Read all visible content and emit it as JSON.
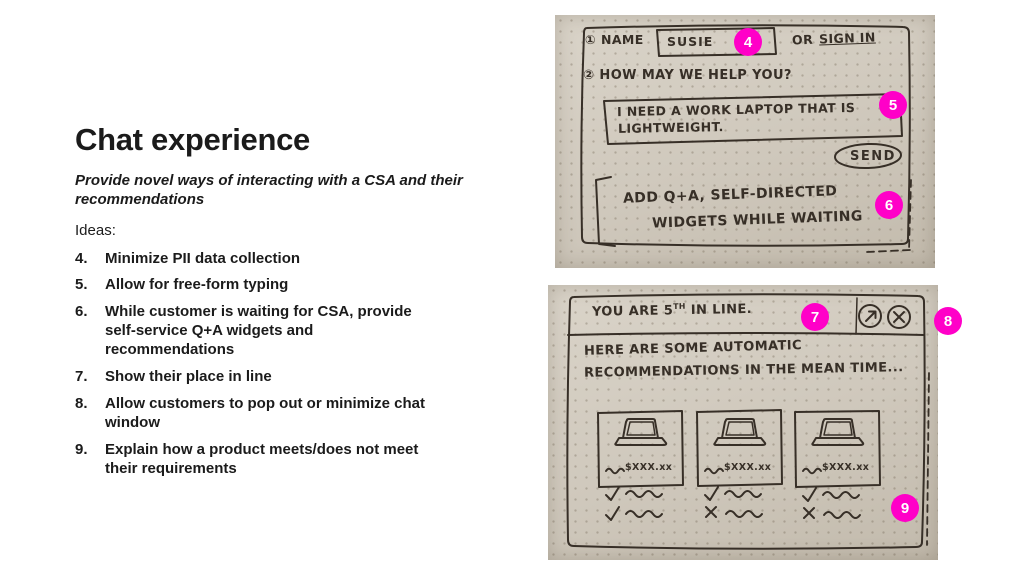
{
  "colors": {
    "badge": "#ff00c8",
    "ink": "#372f27"
  },
  "slide": {
    "title": "Chat experience",
    "subtitle": "Provide novel ways of interacting with a CSA and their recommendations",
    "ideas_label": "Ideas:",
    "ideas": [
      {
        "num": "4.",
        "text": "Minimize PII data collection"
      },
      {
        "num": "5.",
        "text": "Allow for free-form typing"
      },
      {
        "num": "6.",
        "text": "While customer is waiting for CSA, provide self-service Q+A widgets and recommendations"
      },
      {
        "num": "7.",
        "text": "Show their place in line"
      },
      {
        "num": "8.",
        "text": "Allow customers to pop out or minimize chat window"
      },
      {
        "num": "9.",
        "text": "Explain how a product meets/does not meet their requirements"
      }
    ]
  },
  "callouts": [
    "4",
    "5",
    "6",
    "7",
    "8",
    "9"
  ],
  "sketch_chat": {
    "step1": "①",
    "name_label": "NAME",
    "name_value": "SUSIE",
    "or_label": "OR",
    "signin_label": "SIGN IN",
    "step2": "②",
    "help_label": "HOW MAY WE HELP YOU?",
    "message_line1": "I NEED A WORK LAPTOP THAT IS",
    "message_line2": "LIGHTWEIGHT.",
    "send_label": "SEND",
    "note_line1": "ADD Q+A, SELF-DIRECTED",
    "note_line2": "WIDGETS WHILE WAITING"
  },
  "sketch_queue": {
    "queue_pre": "YOU ARE 5",
    "queue_sup": "TH",
    "queue_post": " IN LINE.",
    "reco_line1": "HERE ARE SOME AUTOMATIC",
    "reco_line2": "RECOMMENDATIONS IN THE MEAN TIME...",
    "price": "$XXX.xx"
  }
}
